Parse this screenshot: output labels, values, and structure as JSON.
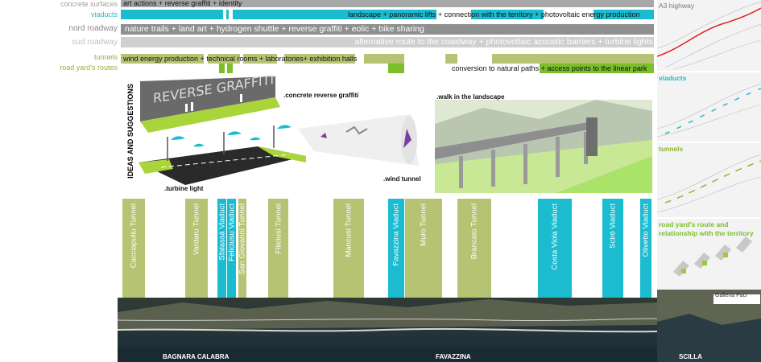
{
  "colors": {
    "green": "#b5c373",
    "brightgreen": "#9acd32",
    "cyan": "#1bbcd0",
    "gray": "#a7a7a7",
    "lightgray": "#cfcfcf",
    "dark": "#2a3a40"
  },
  "rows": {
    "concrete": {
      "label": "concrete surfaces",
      "text": "art actions + reverse graffiti + identity"
    },
    "viaducts": {
      "label": "viaducts",
      "text": "landscape + panoramic lifts  + connection with the territory + photovoltaic energy production"
    },
    "nord": {
      "label": "nord roadway",
      "text": "nature trails + land art + hydrogen shuttle + reverse graffiti + eolic + bike sharing"
    },
    "sud": {
      "label": "sud roadway",
      "text": "alternative route to the coastway + photovoltaic acoustic barriers + turbine lights"
    },
    "tunnels": {
      "label": "tunnels",
      "text": "wind energy production + technical rooms + laboratories+ exhibition halls"
    },
    "yard": {
      "label": "road yard's routes",
      "text": "conversion to natural paths + access points to the linear park"
    }
  },
  "ideas": {
    "heading": "IDEAS AND SUGGESTIONS",
    "graffiti_caption": ".concrete reverse graffiti",
    "graffiti_art": "REVERSE GRAFFITI",
    "walk_caption": ".walk in the landscape",
    "turbine_caption": ".turbine light",
    "wind_caption": ".wind tunnel"
  },
  "columns": [
    {
      "name": "Cacciapuliu Tunnel",
      "type": "tunnel"
    },
    {
      "name": "Vardaru Tunnel",
      "type": "tunnel"
    },
    {
      "name": "Sfalassà Viaduct",
      "type": "viaduct"
    },
    {
      "name": "Feliciusu Viaduct",
      "type": "viaduct"
    },
    {
      "name": "San Giovanni Tunnel",
      "type": "tunnel"
    },
    {
      "name": "Filiciusi Tunnel",
      "type": "tunnel"
    },
    {
      "name": "Mancusi Tunnel",
      "type": "tunnel"
    },
    {
      "name": "Favazzina Viaduct",
      "type": "viaduct"
    },
    {
      "name": "Muro Tunnel",
      "type": "tunnel"
    },
    {
      "name": "Brancato Tunnel",
      "type": "tunnel"
    },
    {
      "name": "Costa Viola Viaduct",
      "type": "viaduct"
    },
    {
      "name": "Scirò Viaduct",
      "type": "viaduct"
    },
    {
      "name": "Olivetto Viaduct",
      "type": "viaduct"
    }
  ],
  "sidepanels": {
    "highway": "A3 highway",
    "viaducts": "viaducts",
    "tunnels": "tunnels",
    "yard": "road yard's route and relationship with the territory"
  },
  "photo": {
    "galleria": "Galleria Paci",
    "towns": [
      "BAGNARA CALABRA",
      "FAVAZZINA",
      "SCILLA"
    ]
  }
}
